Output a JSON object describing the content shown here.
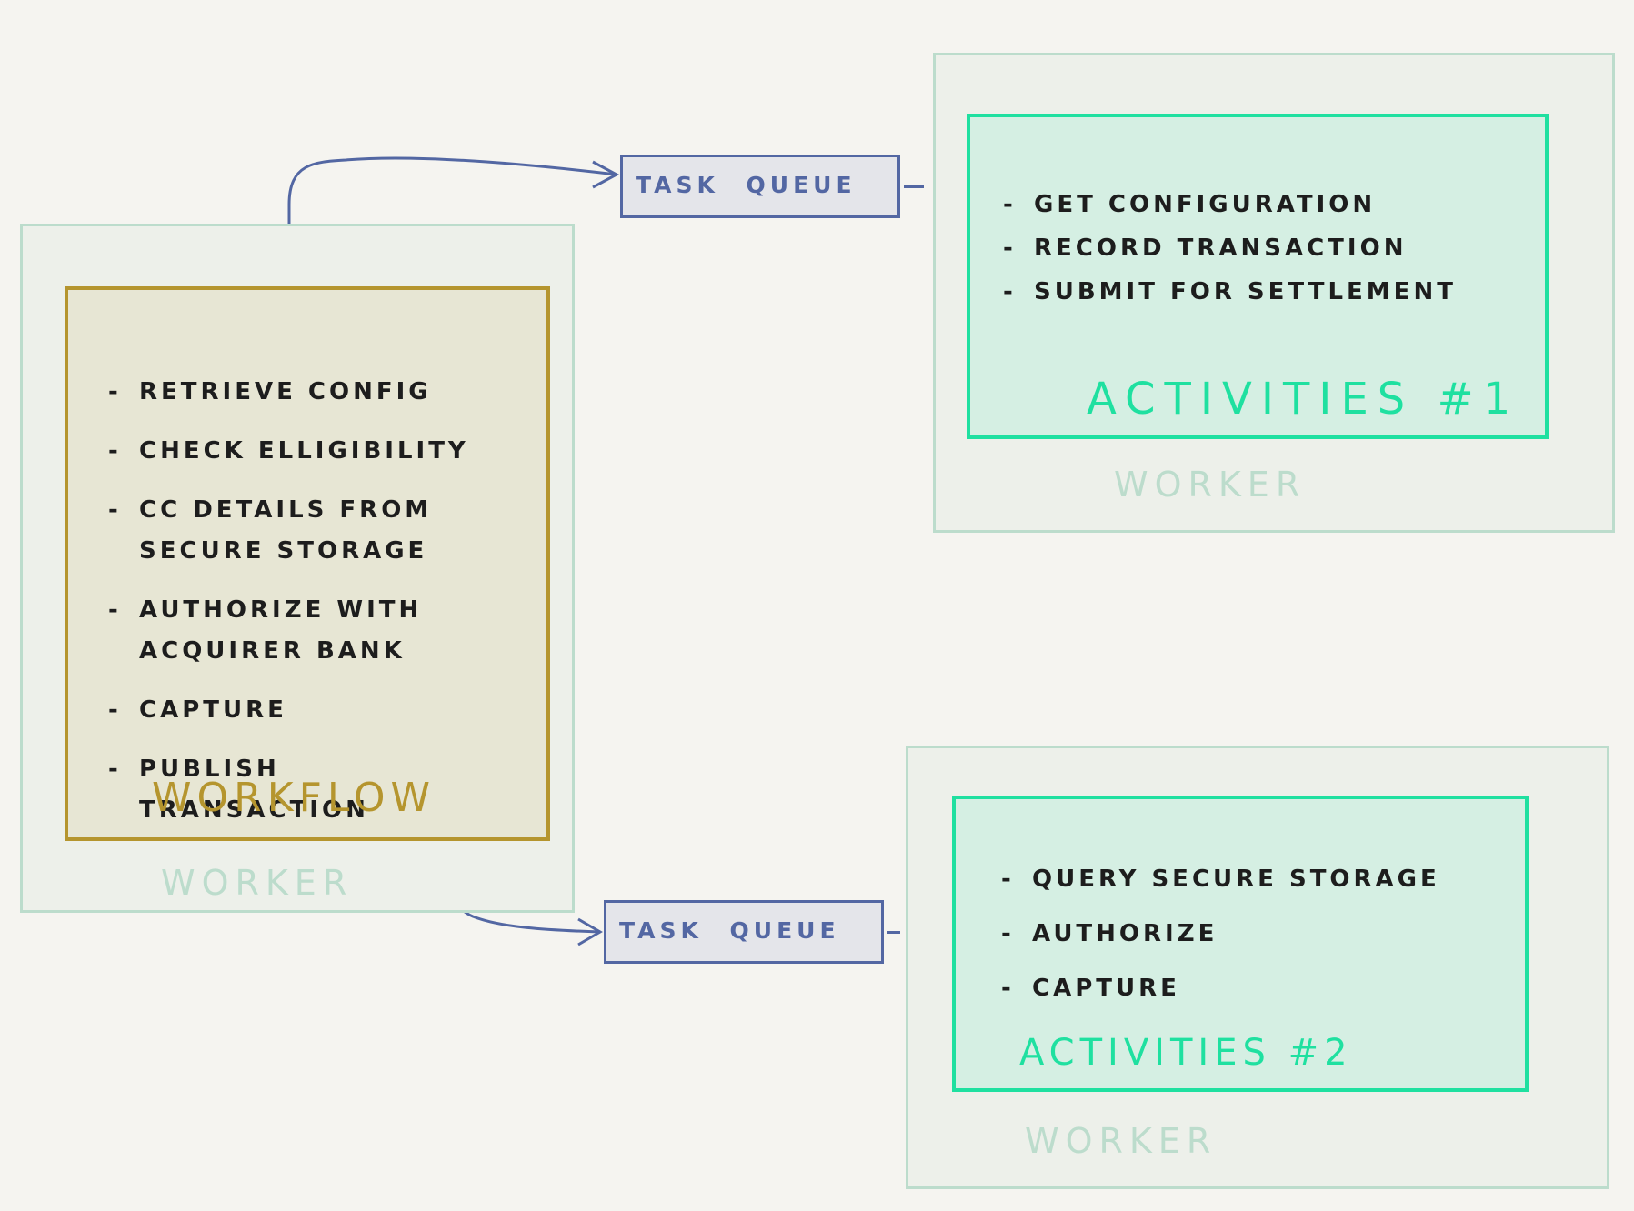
{
  "workflow_worker": {
    "items": [
      "Retrieve config",
      "Check elligibility",
      "CC details from secure storage",
      "Authorize with acquirer bank",
      "Capture",
      "Publish transaction"
    ],
    "title": "Workflow",
    "worker_label": "Worker"
  },
  "activities_1_worker": {
    "items": [
      "Get configuration",
      "Record transaction",
      "Submit for settlement"
    ],
    "title": "Activities #1",
    "worker_label": "Worker"
  },
  "activities_2_worker": {
    "items": [
      "Query secure storage",
      "Authorize",
      "Capture"
    ],
    "title": "Activities #2",
    "worker_label": "Worker"
  },
  "queues": [
    {
      "label": "Task Queue"
    },
    {
      "label": "Task Queue"
    }
  ],
  "colors": {
    "background": "#f5f4f0",
    "worker_border": "#bcdccc",
    "workflow_accent": "#b5952e",
    "activities_accent": "#1fe0a0",
    "queue_accent": "#5367a3"
  }
}
